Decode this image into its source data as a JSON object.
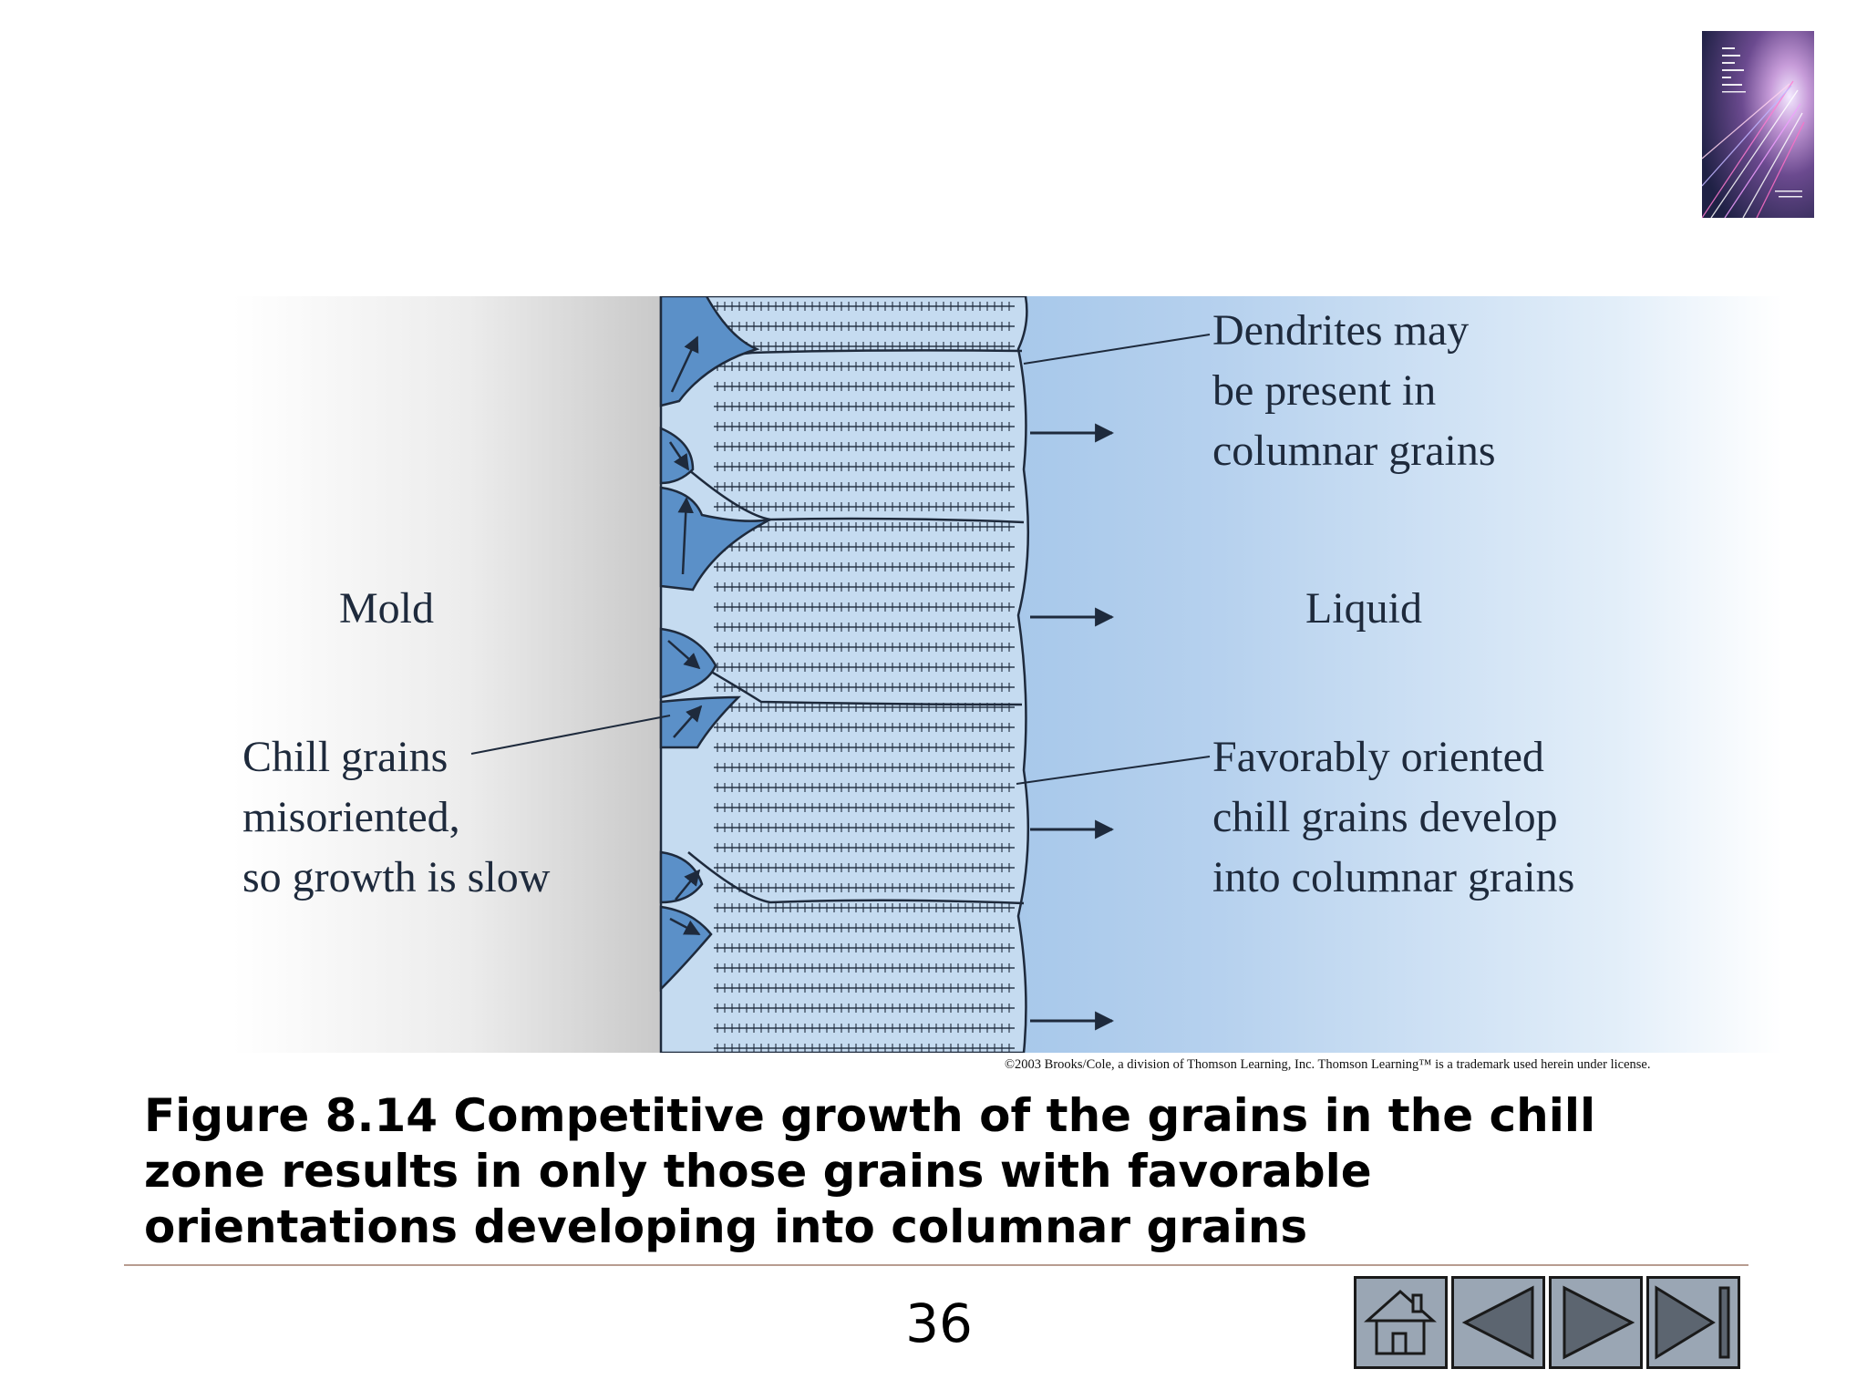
{
  "figure": {
    "labels": {
      "mold": "Mold",
      "liquid": "Liquid",
      "dendrites": [
        "Dendrites may",
        "be present in",
        "columnar grains"
      ],
      "chill": [
        "Chill grains",
        "misoriented,",
        "so growth is slow"
      ],
      "favorable": [
        "Favorably oriented",
        "chill grains develop",
        "into columnar grains"
      ]
    },
    "colors": {
      "mold_gradient_from": "#ffffff",
      "mold_gradient_to": "#c9c9c9",
      "columnar_fill": "#c5dbf0",
      "chill_grain_fill": "#5b90c8",
      "liquid_gradient_from": "#8fb9e4",
      "liquid_gradient_to": "#ffffff"
    }
  },
  "copyright": "©2003 Brooks/Cole, a division of Thomson Learning, Inc.  Thomson Learning™ is a trademark used herein under license.",
  "caption": [
    "Figure 8.14  Competitive growth of the grains in the chill",
    "zone results in only those grains with favorable",
    "orientations developing into columnar grains"
  ],
  "page_number": "36",
  "nav_buttons": [
    {
      "name": "home",
      "icon": "home-icon"
    },
    {
      "name": "previous",
      "icon": "triangle-left-icon"
    },
    {
      "name": "next",
      "icon": "triangle-right-icon"
    },
    {
      "name": "last",
      "icon": "skip-to-end-icon"
    }
  ]
}
